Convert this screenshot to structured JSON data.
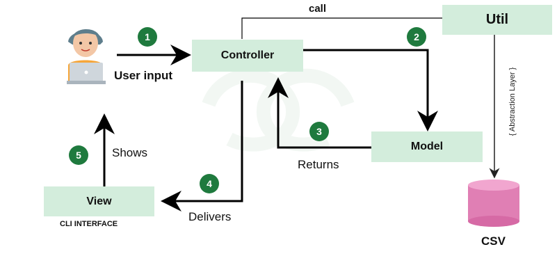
{
  "nodes": {
    "controller": "Controller",
    "model": "Model",
    "view": "View",
    "util": "Util",
    "csv": "CSV"
  },
  "labels": {
    "call": "call",
    "user_input": "User input",
    "shows": "Shows",
    "returns": "Returns",
    "delivers": "Delivers",
    "cli_interface": "CLI INTERFACE",
    "abstraction_layer": "{ Abstraction Layer }"
  },
  "steps": [
    "1",
    "2",
    "3",
    "4",
    "5"
  ],
  "colors": {
    "box_fill": "#d3eddc",
    "badge": "#1f7a3e",
    "csv_fill": "#e07fb4",
    "arrow": "#000000"
  }
}
